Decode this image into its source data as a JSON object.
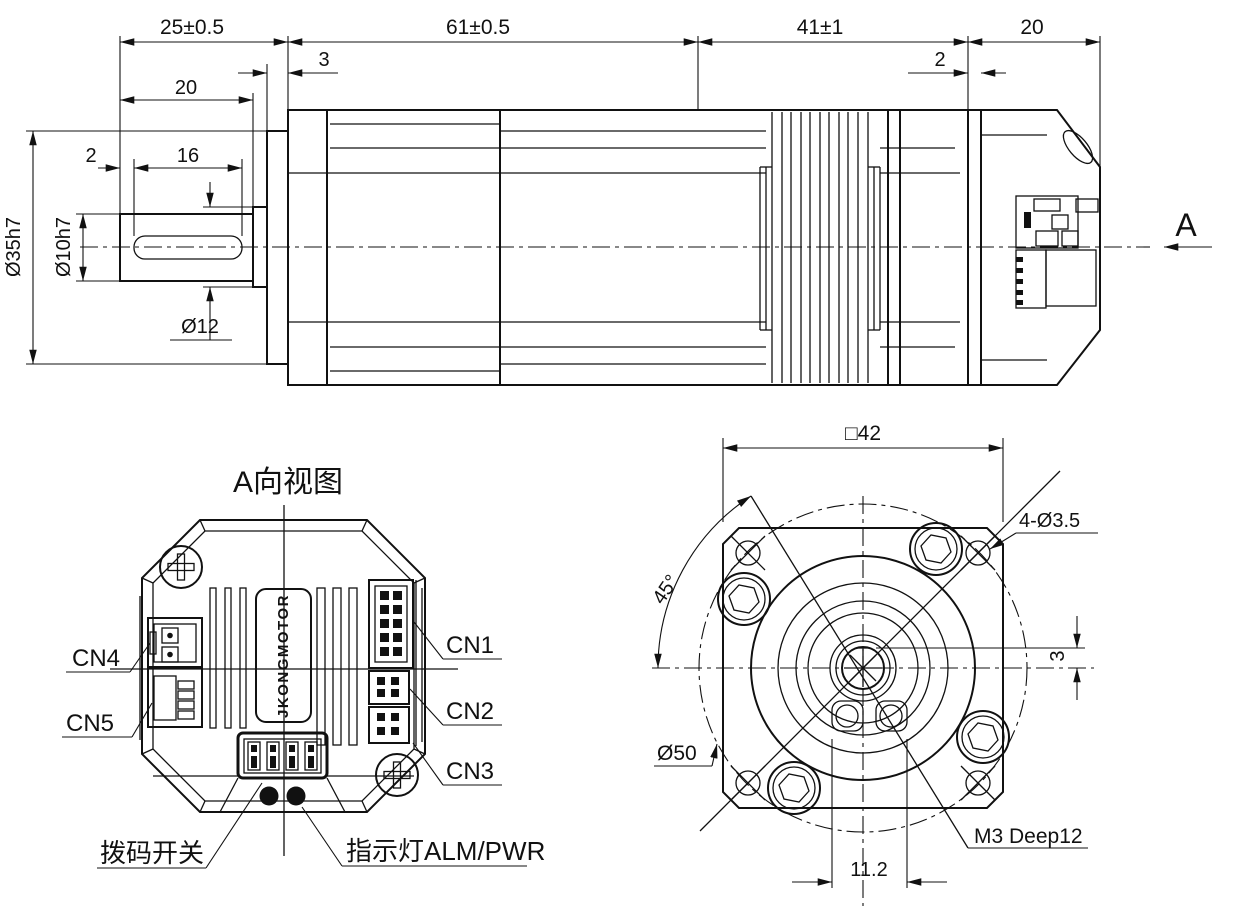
{
  "colors": {
    "ink": "#111111",
    "paper": "#ffffff"
  },
  "side_view": {
    "dim_shaft_section": "25±0.5",
    "dim_gearbox": "61±0.5",
    "dim_motor": "41±1",
    "dim_driver": "20",
    "dim_pilot_depth": "3",
    "dim_key_offset": "2",
    "dim_shaft_len": "20",
    "dim_key_len": "16",
    "dim_plate": "2",
    "dia_pilot": "Ø35h7",
    "dia_shaft": "Ø10h7",
    "dia_step": "Ø12",
    "view_arrow_label": "A"
  },
  "a_view": {
    "title": "A向视图",
    "cn1": "CN1",
    "cn2": "CN2",
    "cn3": "CN3",
    "cn4": "CN4",
    "cn5": "CN5",
    "dip_label": "拨码开关",
    "led_label": "指示灯ALM/PWR",
    "logo": "JKONGMOTOR"
  },
  "front_view": {
    "dim_square": "□42",
    "dim_holes": "4-Ø3.5",
    "dim_angle": "45°",
    "dim_bolt_circle": "Ø50",
    "dim_screws": "M3 Deep12",
    "dim_slot": "11.2",
    "dim_key": "3"
  }
}
